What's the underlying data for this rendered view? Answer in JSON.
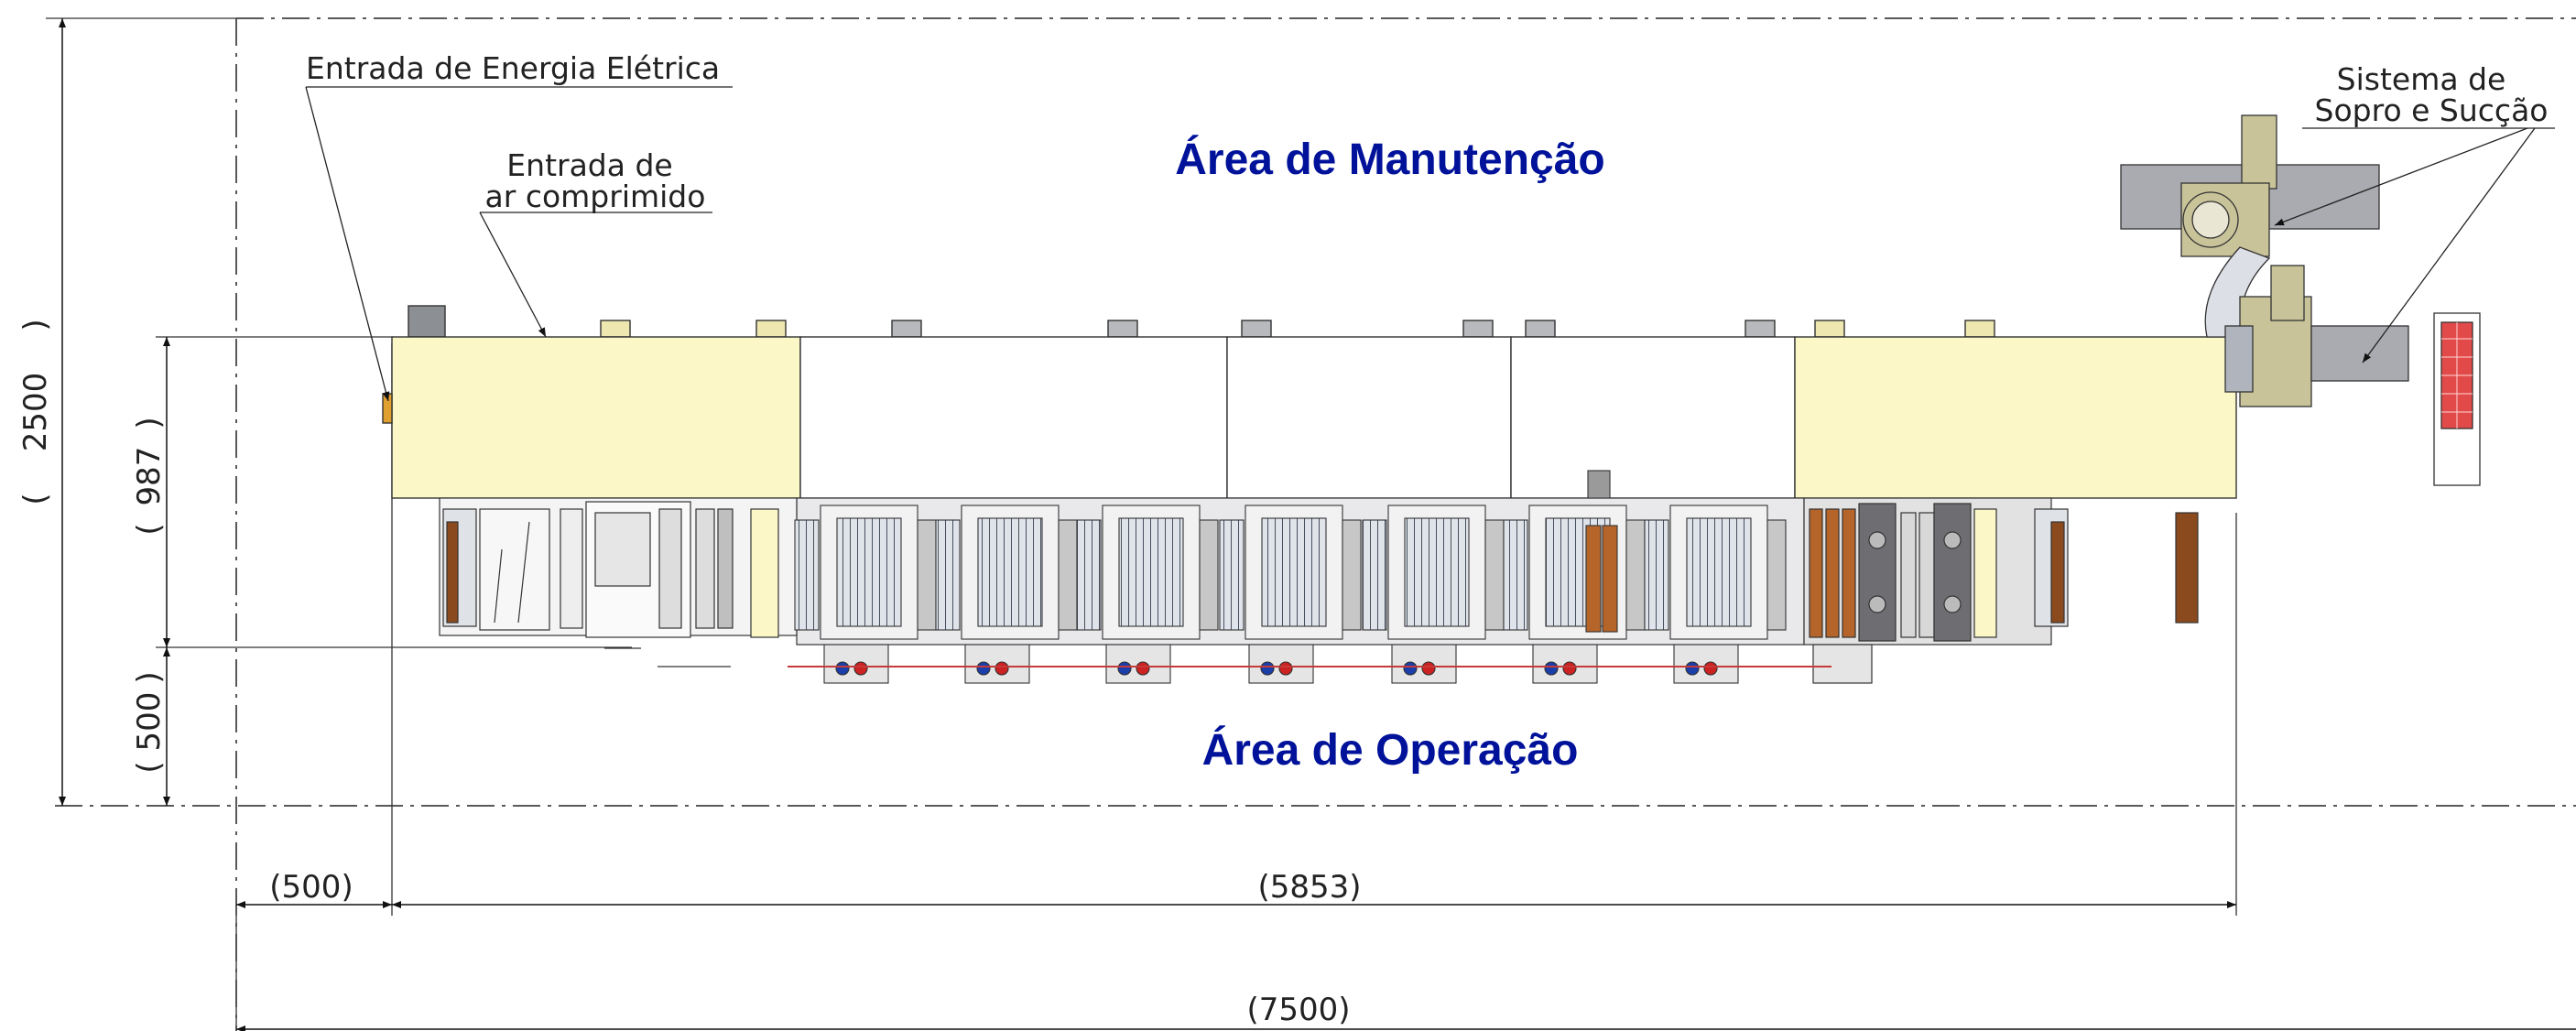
{
  "areas": {
    "maintenance": "Área de Manutenção",
    "operation": "Área de Operação"
  },
  "callouts": {
    "electric": "Entrada de Energia Elétrica",
    "air_line1": "Entrada de",
    "air_line2": "ar comprimido",
    "blower_line1": "Sistema de",
    "blower_line2": "Sopro e Sucção"
  },
  "dimensions": {
    "total_height": "2500",
    "machine_depth": "987",
    "operation_margin": "500",
    "left_margin": "500",
    "machine_length": "5853",
    "total_length": "7500"
  },
  "colors": {
    "cabinet": "#fbf7c7",
    "area_text": "#00129a",
    "blower": "#c9c39a",
    "filter": "#e24a4a",
    "roller": "#8a4a1e"
  }
}
